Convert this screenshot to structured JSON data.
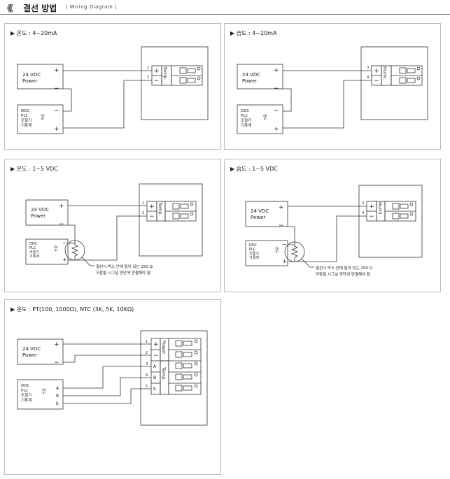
{
  "header": {
    "chevrons": "《《",
    "title": "결선 방법",
    "subtitle": "| Wiring Diagram |"
  },
  "labels": {
    "power_top": "24 VDC",
    "power_bottom": "Power",
    "ctrl1": "DDC",
    "ctrl2": "PLC",
    "ctrl3": "조절기",
    "ctrl4": "기록계",
    "temp": "Temp.",
    "humi": "Humi.",
    "power_v": "Power",
    "plus": "+",
    "minus": "−",
    "bar": "−",
    "term_1": "1",
    "term_2": "2",
    "term_3": "3",
    "term_4": "4",
    "term_5": "5",
    "ch_temp": "온도",
    "ch_humi": "습도",
    "A": "A",
    "B": "B",
    "b": "b",
    "note1": "결선시 박스 안에 들어 있는 250 Ω",
    "note2": "저항을 시그널 양단에 연결해야 함."
  },
  "panels": {
    "p1": {
      "title": "▶ 온도 : 4~20mA"
    },
    "p2": {
      "title": "▶ 습도 : 4~20mA"
    },
    "p3": {
      "title": "▶ 온도 : 1~5 VDC"
    },
    "p4": {
      "title": "▶ 습도 : 1~5 VDC"
    },
    "p5": {
      "title": "▶ 온도 :  PT(100, 1000Ω), NTC (3K, 5K, 10KΩ)"
    }
  },
  "colors": {
    "line": "#333333",
    "border": "#bbbbbb"
  }
}
